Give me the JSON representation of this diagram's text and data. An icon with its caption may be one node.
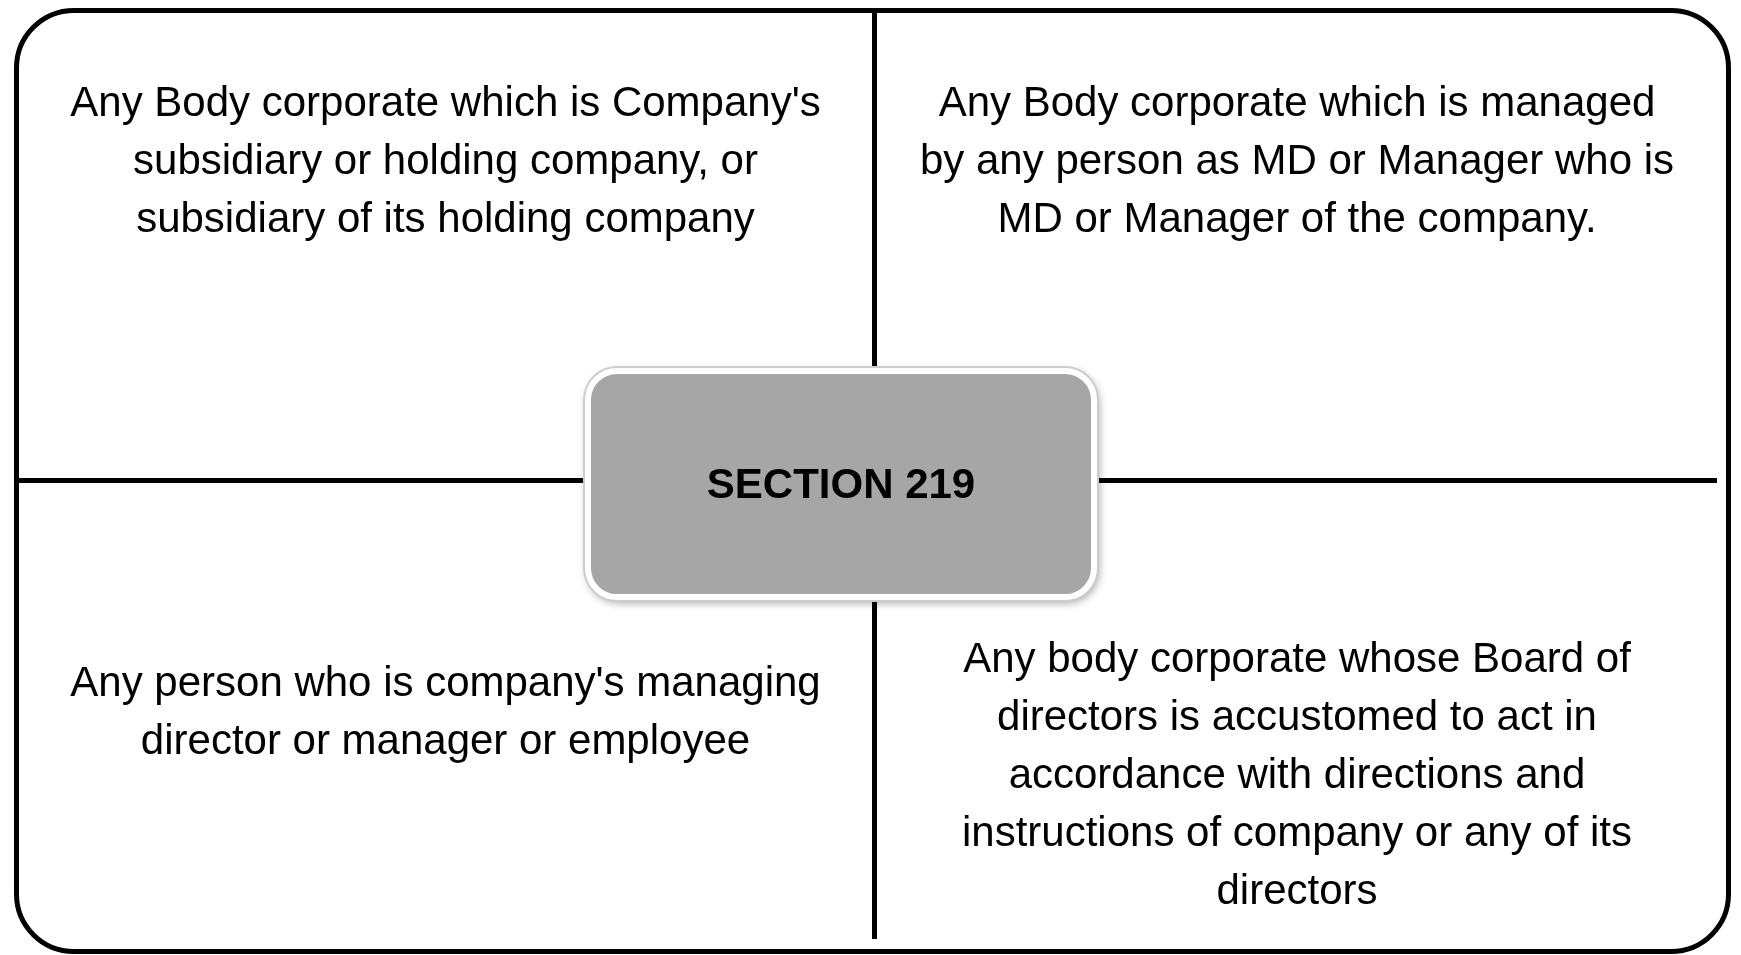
{
  "diagram": {
    "nodes": [
      {
        "text": [
          "Any Body corporate which is Company's subsidiary or holding company, or subsidiary of its holding company"
        ]
      },
      {
        "text": [
          "Any Body corporate which is managed by any person as MD or Manager who is MD or Manager of the company."
        ]
      },
      {
        "text": [
          "SECTION 219"
        ]
      },
      {
        "text": [
          "Any person who is company's managing director or manager or employee"
        ]
      },
      {
        "text": [
          "Any body corporate whose Board of directors is accustomed to act in accordance with directions and instructions of company or any of its directors"
        ]
      }
    ],
    "edges": []
  }
}
